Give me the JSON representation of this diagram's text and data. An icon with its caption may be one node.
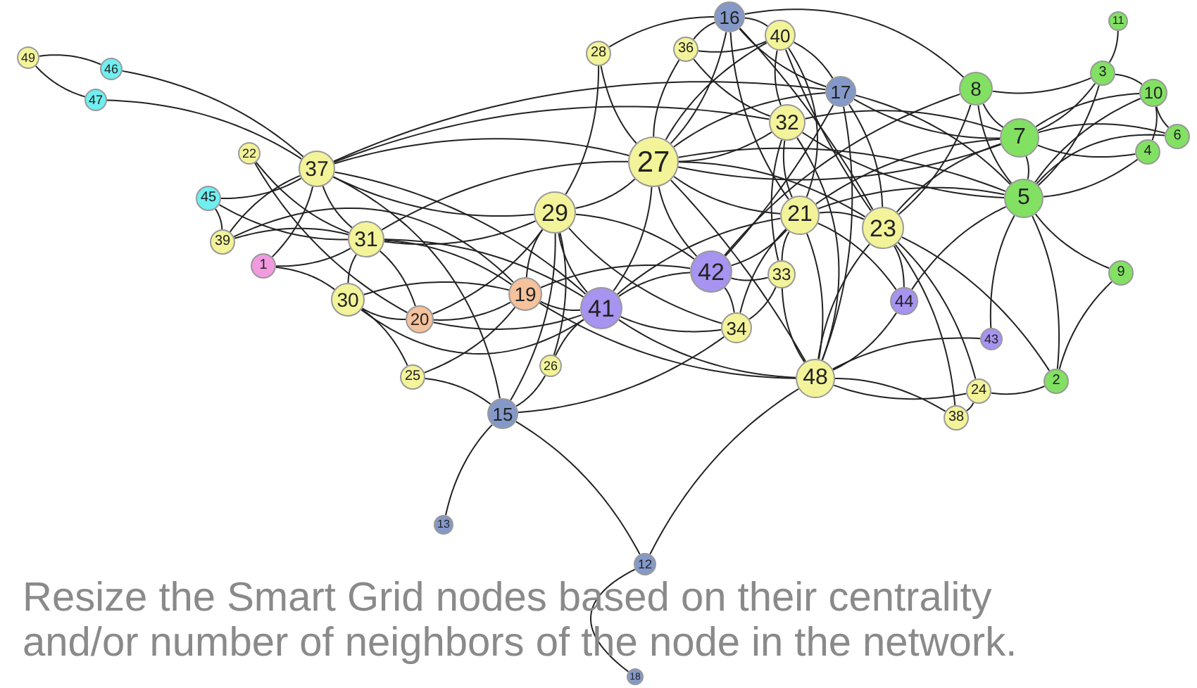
{
  "diagram": {
    "caption": "Resize the Smart Grid nodes based on their centrality and/or number of neighbors of the node in the network.",
    "nodes": [
      {
        "text": [
          "49"
        ]
      },
      {
        "text": [
          "46"
        ]
      },
      {
        "text": [
          "47"
        ]
      },
      {
        "text": [
          "22"
        ]
      },
      {
        "text": [
          "37"
        ]
      },
      {
        "text": [
          "45"
        ]
      },
      {
        "text": [
          "39"
        ]
      },
      {
        "text": [
          "1"
        ]
      },
      {
        "text": [
          "31"
        ]
      },
      {
        "text": [
          "30"
        ]
      },
      {
        "text": [
          "20"
        ]
      },
      {
        "text": [
          "25"
        ]
      },
      {
        "text": [
          "19"
        ]
      },
      {
        "text": [
          "41"
        ]
      },
      {
        "text": [
          "26"
        ]
      },
      {
        "text": [
          "15"
        ]
      },
      {
        "text": [
          "13"
        ]
      },
      {
        "text": [
          "12"
        ]
      },
      {
        "text": [
          "18"
        ]
      },
      {
        "text": [
          "28"
        ]
      },
      {
        "text": [
          "29"
        ]
      },
      {
        "text": [
          "27"
        ]
      },
      {
        "text": [
          "16"
        ]
      },
      {
        "text": [
          "36"
        ]
      },
      {
        "text": [
          "40"
        ]
      },
      {
        "text": [
          "32"
        ]
      },
      {
        "text": [
          "17"
        ]
      },
      {
        "text": [
          "42"
        ]
      },
      {
        "text": [
          "21"
        ]
      },
      {
        "text": [
          "33"
        ]
      },
      {
        "text": [
          "34"
        ]
      },
      {
        "text": [
          "23"
        ]
      },
      {
        "text": [
          "44"
        ]
      },
      {
        "text": [
          "43"
        ]
      },
      {
        "text": [
          "48"
        ]
      },
      {
        "text": [
          "24"
        ]
      },
      {
        "text": [
          "38"
        ]
      },
      {
        "text": [
          "2"
        ]
      },
      {
        "text": [
          "9"
        ]
      },
      {
        "text": [
          "8"
        ]
      },
      {
        "text": [
          "7"
        ]
      },
      {
        "text": [
          "5"
        ]
      },
      {
        "text": [
          "3"
        ]
      },
      {
        "text": [
          "11"
        ]
      },
      {
        "text": [
          "10"
        ]
      },
      {
        "text": [
          "4"
        ]
      },
      {
        "text": [
          "6"
        ]
      }
    ],
    "edges": [
      {
        "from": 0,
        "to": 1,
        "arrow": "none"
      },
      {
        "from": 0,
        "to": 2,
        "arrow": "none"
      },
      {
        "from": 1,
        "to": 4,
        "arrow": "none"
      },
      {
        "from": 2,
        "to": 4,
        "arrow": "none"
      },
      {
        "from": 3,
        "to": 8,
        "arrow": "none"
      },
      {
        "from": 3,
        "to": 10,
        "arrow": "none"
      },
      {
        "from": 4,
        "to": 5,
        "arrow": "none"
      },
      {
        "from": 4,
        "to": 6,
        "arrow": "none"
      },
      {
        "from": 4,
        "to": 7,
        "arrow": "none"
      },
      {
        "from": 4,
        "to": 8,
        "arrow": "none"
      },
      {
        "from": 4,
        "to": 21,
        "arrow": "none"
      },
      {
        "from": 4,
        "to": 20,
        "arrow": "none"
      },
      {
        "from": 4,
        "to": 25,
        "arrow": "none"
      },
      {
        "from": 4,
        "to": 13,
        "arrow": "none"
      },
      {
        "from": 4,
        "to": 26,
        "arrow": "none"
      },
      {
        "from": 5,
        "to": 8,
        "arrow": "none"
      },
      {
        "from": 5,
        "to": 6,
        "arrow": "none"
      },
      {
        "from": 6,
        "to": 8,
        "arrow": "none"
      },
      {
        "from": 6,
        "to": 12,
        "arrow": "none"
      },
      {
        "from": 7,
        "to": 8,
        "arrow": "none"
      },
      {
        "from": 7,
        "to": 9,
        "arrow": "none"
      },
      {
        "from": 8,
        "to": 9,
        "arrow": "none"
      },
      {
        "from": 8,
        "to": 10,
        "arrow": "none"
      },
      {
        "from": 8,
        "to": 13,
        "arrow": "none"
      },
      {
        "from": 8,
        "to": 12,
        "arrow": "none"
      },
      {
        "from": 8,
        "to": 20,
        "arrow": "none"
      },
      {
        "from": 8,
        "to": 21,
        "arrow": "none"
      },
      {
        "from": 9,
        "to": 10,
        "arrow": "none"
      },
      {
        "from": 9,
        "to": 11,
        "arrow": "none"
      },
      {
        "from": 9,
        "to": 13,
        "arrow": "none"
      },
      {
        "from": 9,
        "to": 12,
        "arrow": "none"
      },
      {
        "from": 10,
        "to": 12,
        "arrow": "none"
      },
      {
        "from": 10,
        "to": 13,
        "arrow": "none"
      },
      {
        "from": 10,
        "to": 20,
        "arrow": "none"
      },
      {
        "from": 11,
        "to": 15,
        "arrow": "none"
      },
      {
        "from": 11,
        "to": 12,
        "arrow": "none"
      },
      {
        "from": 15,
        "to": 4,
        "arrow": "none"
      },
      {
        "from": 15,
        "to": 16,
        "arrow": "none"
      },
      {
        "from": 15,
        "to": 17,
        "arrow": "none"
      },
      {
        "from": 15,
        "to": 14,
        "arrow": "none"
      },
      {
        "from": 15,
        "to": 30,
        "arrow": "none"
      },
      {
        "from": 15,
        "to": 20,
        "arrow": "none"
      },
      {
        "from": 14,
        "to": 13,
        "arrow": "none"
      },
      {
        "from": 14,
        "to": 20,
        "arrow": "none"
      },
      {
        "from": 12,
        "to": 20,
        "arrow": "none"
      },
      {
        "from": 12,
        "to": 13,
        "arrow": "none"
      },
      {
        "from": 12,
        "to": 34,
        "arrow": "none"
      },
      {
        "from": 12,
        "to": 27,
        "arrow": "none"
      },
      {
        "from": 13,
        "to": 20,
        "arrow": "none"
      },
      {
        "from": 13,
        "to": 21,
        "arrow": "none"
      },
      {
        "from": 13,
        "to": 27,
        "arrow": "none"
      },
      {
        "from": 13,
        "to": 30,
        "arrow": "none"
      },
      {
        "from": 13,
        "to": 34,
        "arrow": "none"
      },
      {
        "from": 13,
        "to": 28,
        "arrow": "none"
      },
      {
        "from": 19,
        "to": 20,
        "arrow": "none"
      },
      {
        "from": 19,
        "to": 21,
        "arrow": "none"
      },
      {
        "from": 19,
        "to": 22,
        "arrow": "none"
      },
      {
        "from": 20,
        "to": 21,
        "arrow": "none"
      },
      {
        "from": 20,
        "to": 27,
        "arrow": "none"
      },
      {
        "from": 20,
        "to": 30,
        "arrow": "none"
      },
      {
        "from": 21,
        "to": 23,
        "arrow": "none"
      },
      {
        "from": 21,
        "to": 22,
        "arrow": "none"
      },
      {
        "from": 21,
        "to": 24,
        "arrow": "none"
      },
      {
        "from": 21,
        "to": 25,
        "arrow": "none"
      },
      {
        "from": 21,
        "to": 26,
        "arrow": "none"
      },
      {
        "from": 21,
        "to": 28,
        "arrow": "none"
      },
      {
        "from": 21,
        "to": 31,
        "arrow": "none"
      },
      {
        "from": 21,
        "to": 41,
        "arrow": "none"
      },
      {
        "from": 21,
        "to": 40,
        "arrow": "none"
      },
      {
        "from": 21,
        "to": 27,
        "arrow": "none"
      },
      {
        "from": 21,
        "to": 34,
        "arrow": "none"
      },
      {
        "from": 22,
        "to": 23,
        "arrow": "none"
      },
      {
        "from": 22,
        "to": 24,
        "arrow": "none"
      },
      {
        "from": 22,
        "to": 26,
        "arrow": "none"
      },
      {
        "from": 22,
        "to": 31,
        "arrow": "none"
      },
      {
        "from": 22,
        "to": 28,
        "arrow": "none"
      },
      {
        "from": 22,
        "to": 39,
        "arrow": "none"
      },
      {
        "from": 23,
        "to": 25,
        "arrow": "none"
      },
      {
        "from": 23,
        "to": 24,
        "arrow": "none"
      },
      {
        "from": 24,
        "to": 25,
        "arrow": "none"
      },
      {
        "from": 24,
        "to": 26,
        "arrow": "none"
      },
      {
        "from": 24,
        "to": 31,
        "arrow": "none"
      },
      {
        "from": 24,
        "to": 28,
        "arrow": "none"
      },
      {
        "from": 25,
        "to": 28,
        "arrow": "none"
      },
      {
        "from": 25,
        "to": 40,
        "arrow": "none"
      },
      {
        "from": 25,
        "to": 41,
        "arrow": "none"
      },
      {
        "from": 25,
        "to": 29,
        "arrow": "none"
      },
      {
        "from": 25,
        "to": 34,
        "arrow": "none"
      },
      {
        "from": 26,
        "to": 31,
        "arrow": "none"
      },
      {
        "from": 26,
        "to": 40,
        "arrow": "none"
      },
      {
        "from": 26,
        "to": 41,
        "arrow": "none"
      },
      {
        "from": 26,
        "to": 34,
        "arrow": "none"
      },
      {
        "from": 26,
        "to": 27,
        "arrow": "none"
      },
      {
        "from": 28,
        "to": 29,
        "arrow": "none"
      },
      {
        "from": 28,
        "to": 30,
        "arrow": "none"
      },
      {
        "from": 28,
        "to": 34,
        "arrow": "none"
      },
      {
        "from": 28,
        "to": 41,
        "arrow": "none"
      },
      {
        "from": 28,
        "to": 40,
        "arrow": "none"
      },
      {
        "from": 28,
        "to": 31,
        "arrow": "none"
      },
      {
        "from": 27,
        "to": 29,
        "arrow": "none"
      },
      {
        "from": 27,
        "to": 30,
        "arrow": "none"
      },
      {
        "from": 27,
        "to": 28,
        "arrow": "none"
      },
      {
        "from": 27,
        "to": 39,
        "arrow": "none"
      },
      {
        "from": 29,
        "to": 34,
        "arrow": "none"
      },
      {
        "from": 29,
        "to": 30,
        "arrow": "none"
      },
      {
        "from": 31,
        "to": 34,
        "arrow": "none"
      },
      {
        "from": 31,
        "to": 32,
        "arrow": "none"
      },
      {
        "from": 31,
        "to": 37,
        "arrow": "none"
      },
      {
        "from": 31,
        "to": 36,
        "arrow": "none"
      },
      {
        "from": 31,
        "to": 35,
        "arrow": "none"
      },
      {
        "from": 31,
        "to": 40,
        "arrow": "none"
      },
      {
        "from": 31,
        "to": 39,
        "arrow": "none"
      },
      {
        "from": 32,
        "to": 34,
        "arrow": "none"
      },
      {
        "from": 32,
        "to": 28,
        "arrow": "none"
      },
      {
        "from": 32,
        "to": 41,
        "arrow": "none"
      },
      {
        "from": 33,
        "to": 34,
        "arrow": "none"
      },
      {
        "from": 33,
        "to": 41,
        "arrow": "none"
      },
      {
        "from": 34,
        "to": 35,
        "arrow": "none"
      },
      {
        "from": 34,
        "to": 36,
        "arrow": "none"
      },
      {
        "from": 34,
        "to": 17,
        "arrow": "none"
      },
      {
        "from": 35,
        "to": 36,
        "arrow": "none"
      },
      {
        "from": 35,
        "to": 37,
        "arrow": "none"
      },
      {
        "from": 37,
        "to": 38,
        "arrow": "none"
      },
      {
        "from": 37,
        "to": 41,
        "arrow": "none"
      },
      {
        "from": 38,
        "to": 41,
        "arrow": "none"
      },
      {
        "from": 39,
        "to": 40,
        "arrow": "none"
      },
      {
        "from": 39,
        "to": 41,
        "arrow": "none"
      },
      {
        "from": 39,
        "to": 42,
        "arrow": "none"
      },
      {
        "from": 40,
        "to": 41,
        "arrow": "none"
      },
      {
        "from": 40,
        "to": 42,
        "arrow": "none"
      },
      {
        "from": 40,
        "to": 44,
        "arrow": "none"
      },
      {
        "from": 40,
        "to": 45,
        "arrow": "none"
      },
      {
        "from": 40,
        "to": 46,
        "arrow": "none"
      },
      {
        "from": 41,
        "to": 42,
        "arrow": "none"
      },
      {
        "from": 41,
        "to": 44,
        "arrow": "none"
      },
      {
        "from": 41,
        "to": 45,
        "arrow": "none"
      },
      {
        "from": 41,
        "to": 46,
        "arrow": "none"
      },
      {
        "from": 42,
        "to": 43,
        "arrow": "none"
      },
      {
        "from": 42,
        "to": 44,
        "arrow": "none"
      },
      {
        "from": 44,
        "to": 46,
        "arrow": "none"
      },
      {
        "from": 44,
        "to": 45,
        "arrow": "none"
      },
      {
        "from": 17,
        "to": 18,
        "arrow": "none"
      }
    ]
  }
}
